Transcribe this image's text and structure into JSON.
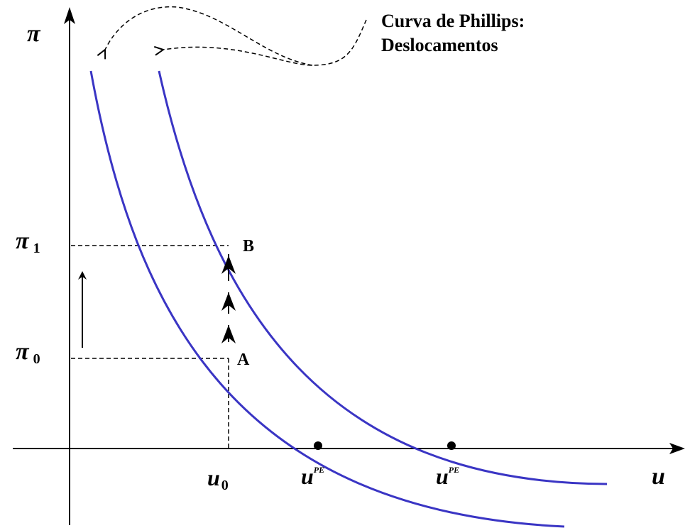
{
  "title_line1": "Curva de Phillips:",
  "title_line2": "Deslocamentos",
  "axis": {
    "y_symbol": "π",
    "x_symbol": "u"
  },
  "levels": {
    "pi1": {
      "symbol": "π",
      "subscript": "1"
    },
    "pi0": {
      "symbol": "π",
      "subscript": "0"
    },
    "u0": {
      "symbol": "u",
      "subscript": "0"
    }
  },
  "points": {
    "A": "A",
    "B": "B"
  },
  "natural_rate": {
    "left": {
      "symbol": "u",
      "superscript": "PE"
    },
    "right": {
      "symbol": "u",
      "superscript": "PE"
    }
  },
  "colors": {
    "curve": "#3a35c4",
    "ink": "#000000"
  }
}
